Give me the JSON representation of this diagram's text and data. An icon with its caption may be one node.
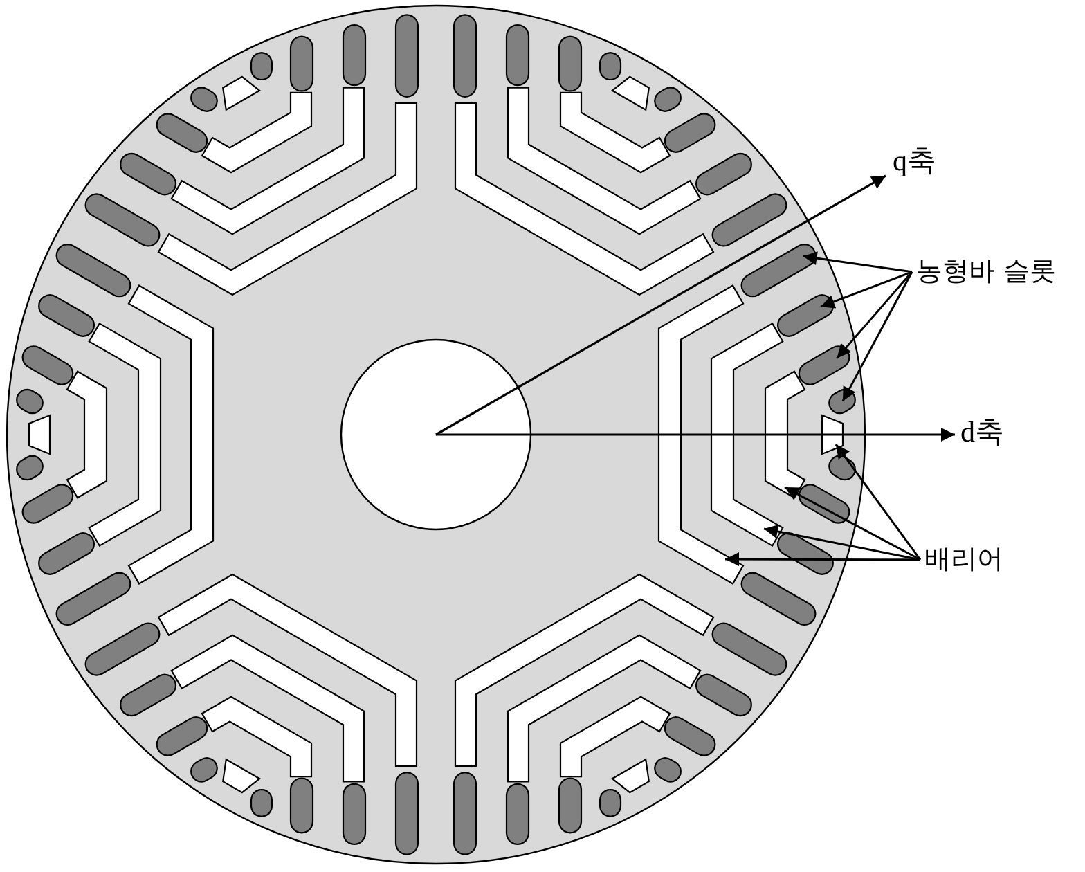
{
  "diagram": {
    "nodes": [
      {
        "text": [
          "농형바 슬롯"
        ]
      },
      {
        "text": [
          "배리어"
        ]
      },
      {
        "text": [],
        "shape": "circle"
      },
      {
        "text": [],
        "shape": "circle",
        "in": 2
      },
      {
        "text": [],
        "shape": "capsule",
        "in": 2
      },
      {
        "text": [],
        "shape": "capsule",
        "in": 2
      },
      {
        "text": [],
        "shape": "capsule",
        "in": 2
      },
      {
        "text": [],
        "shape": "capsule",
        "in": 2
      },
      {
        "text": [],
        "shape": "capsule",
        "in": 2
      },
      {
        "text": [],
        "shape": "capsule",
        "in": 2
      },
      {
        "text": [],
        "shape": "capsule",
        "in": 2
      },
      {
        "text": [],
        "shape": "capsule",
        "in": 2
      },
      {
        "text": [],
        "shape": "capsule",
        "in": 2
      },
      {
        "text": [],
        "shape": "capsule",
        "in": 2
      },
      {
        "text": [],
        "shape": "capsule",
        "in": 2
      },
      {
        "text": [],
        "shape": "capsule",
        "in": 2
      },
      {
        "text": [],
        "shape": "capsule",
        "in": 2
      },
      {
        "text": [],
        "shape": "capsule",
        "in": 2
      },
      {
        "text": [],
        "shape": "capsule",
        "in": 2
      },
      {
        "text": [],
        "shape": "capsule",
        "in": 2
      },
      {
        "text": [],
        "shape": "capsule",
        "in": 2
      },
      {
        "text": [],
        "shape": "capsule",
        "in": 2
      },
      {
        "text": [],
        "shape": "capsule",
        "in": 2
      },
      {
        "text": [],
        "shape": "capsule",
        "in": 2
      },
      {
        "text": [],
        "shape": "capsule",
        "in": 2
      },
      {
        "text": [],
        "shape": "capsule",
        "in": 2
      },
      {
        "text": [],
        "shape": "capsule",
        "in": 2
      },
      {
        "text": [],
        "shape": "capsule",
        "in": 2
      },
      {
        "text": [],
        "shape": "capsule",
        "in": 2
      },
      {
        "text": [],
        "shape": "capsule",
        "in": 2
      },
      {
        "text": [],
        "shape": "capsule",
        "in": 2
      },
      {
        "text": [],
        "shape": "capsule",
        "in": 2
      },
      {
        "text": [],
        "shape": "capsule",
        "in": 2
      },
      {
        "text": [],
        "shape": "capsule",
        "in": 2
      },
      {
        "text": [],
        "shape": "capsule",
        "in": 2
      },
      {
        "text": [],
        "shape": "capsule",
        "in": 2
      },
      {
        "text": [],
        "shape": "capsule",
        "in": 2
      },
      {
        "text": [],
        "shape": "capsule",
        "in": 2
      },
      {
        "text": [],
        "shape": "capsule",
        "in": 2
      },
      {
        "text": [],
        "shape": "capsule",
        "in": 2
      },
      {
        "text": [],
        "shape": "capsule",
        "in": 2
      },
      {
        "text": [],
        "shape": "capsule",
        "in": 2
      },
      {
        "text": [],
        "shape": "capsule",
        "in": 2
      },
      {
        "text": [],
        "shape": "capsule",
        "in": 2
      },
      {
        "text": [],
        "shape": "capsule",
        "in": 2
      },
      {
        "text": [],
        "shape": "capsule",
        "in": 2
      },
      {
        "text": [],
        "shape": "capsule",
        "in": 2
      },
      {
        "text": [],
        "shape": "capsule",
        "in": 2
      },
      {
        "text": [],
        "shape": "capsule",
        "in": 2
      },
      {
        "text": [],
        "shape": "capsule",
        "in": 2
      },
      {
        "text": [],
        "shape": "capsule",
        "in": 2
      },
      {
        "text": [],
        "shape": "capsule",
        "in": 2
      },
      {
        "text": [],
        "shape": "strip",
        "in": 2
      },
      {
        "text": [],
        "shape": "strip",
        "in": 2
      },
      {
        "text": [],
        "shape": "strip",
        "in": 2
      },
      {
        "text": [],
        "shape": "strip",
        "in": 2
      },
      {
        "text": [],
        "shape": "strip",
        "in": 2
      },
      {
        "text": [],
        "shape": "strip",
        "in": 2
      },
      {
        "text": [],
        "shape": "strip",
        "in": 2
      },
      {
        "text": [],
        "shape": "strip",
        "in": 2
      },
      {
        "text": [],
        "shape": "strip",
        "in": 2
      },
      {
        "text": [],
        "shape": "strip",
        "in": 2
      },
      {
        "text": [],
        "shape": "strip",
        "in": 2
      },
      {
        "text": [],
        "shape": "strip",
        "in": 2
      },
      {
        "text": [],
        "shape": "strip",
        "in": 2
      },
      {
        "text": [],
        "shape": "strip",
        "in": 2
      },
      {
        "text": [],
        "shape": "strip",
        "in": 2
      },
      {
        "text": [],
        "shape": "strip",
        "in": 2
      },
      {
        "text": [],
        "shape": "strip",
        "in": 2
      },
      {
        "text": [],
        "shape": "strip",
        "in": 2
      },
      {
        "text": [],
        "shape": "strip",
        "in": 2
      },
      {
        "text": [],
        "shape": "strip",
        "in": 2
      },
      {
        "text": [],
        "shape": "strip",
        "in": 2
      },
      {
        "text": [],
        "shape": "strip",
        "in": 2
      },
      {
        "text": [],
        "shape": "strip",
        "in": 2
      },
      {
        "text": [],
        "shape": "strip",
        "in": 2
      }
    ],
    "edges": [
      {
        "from": 0,
        "to": 12,
        "arrow": "to"
      },
      {
        "from": 0,
        "to": 13,
        "arrow": "to"
      },
      {
        "from": 0,
        "to": 14,
        "arrow": "to"
      },
      {
        "from": 0,
        "to": 15,
        "arrow": "to"
      },
      {
        "from": 1,
        "to": 59,
        "arrow": "to"
      },
      {
        "from": 1,
        "to": 58,
        "arrow": "to"
      },
      {
        "from": 1,
        "to": 57,
        "arrow": "to"
      },
      {
        "from": 1,
        "to": 56,
        "arrow": "to"
      }
    ],
    "labels": [
      "q축",
      "d축"
    ]
  }
}
